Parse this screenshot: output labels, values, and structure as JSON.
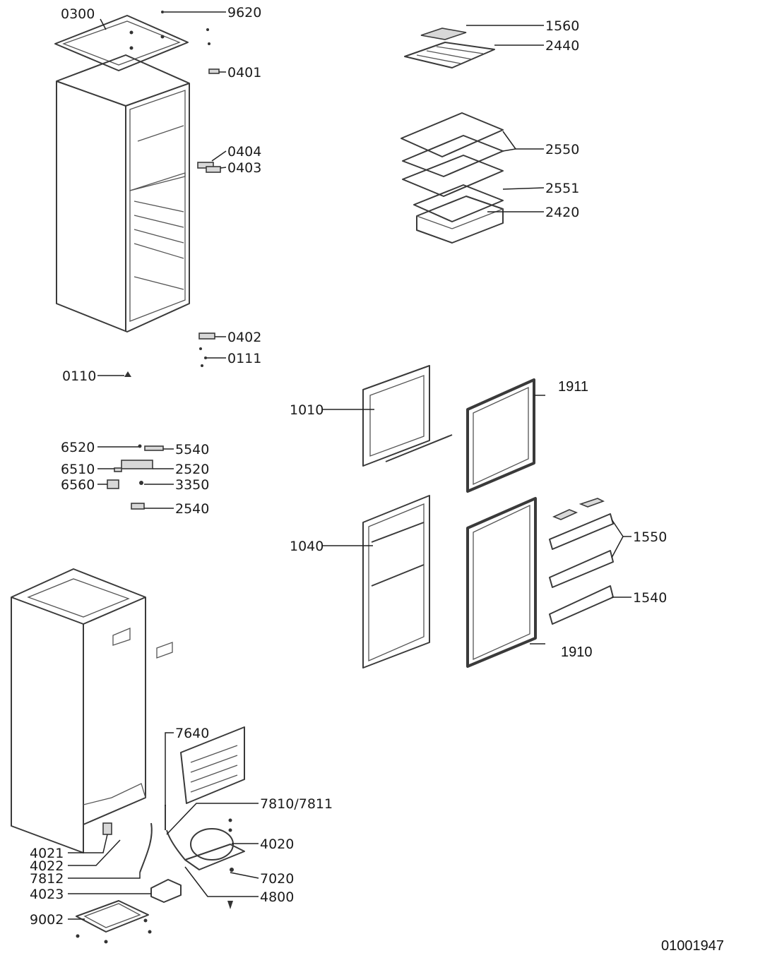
{
  "document_number": "01001947",
  "callouts": {
    "c0300": "0300",
    "c9620": "9620",
    "c0401": "0401",
    "c0404": "0404",
    "c0403": "0403",
    "c0402": "0402",
    "c0111": "0111",
    "c0110": "0110",
    "c1560": "1560",
    "c2440": "2440",
    "c2550": "2550",
    "c2551": "2551",
    "c2420": "2420",
    "c6520": "6520",
    "c5540": "5540",
    "c6510": "6510",
    "c2520": "2520",
    "c6560": "6560",
    "c3350": "3350",
    "c2540": "2540",
    "c1010": "1010",
    "c1911": "1911",
    "c1040": "1040",
    "c1550": "1550",
    "c1540": "1540",
    "c1910": "1910",
    "c7640": "7640",
    "c7810": "7810/7811",
    "c4020": "4020",
    "c4021": "4021",
    "c4022": "4022",
    "c7812": "7812",
    "c7020": "7020",
    "c4023": "4023",
    "c4800": "4800",
    "c9002": "9002"
  }
}
